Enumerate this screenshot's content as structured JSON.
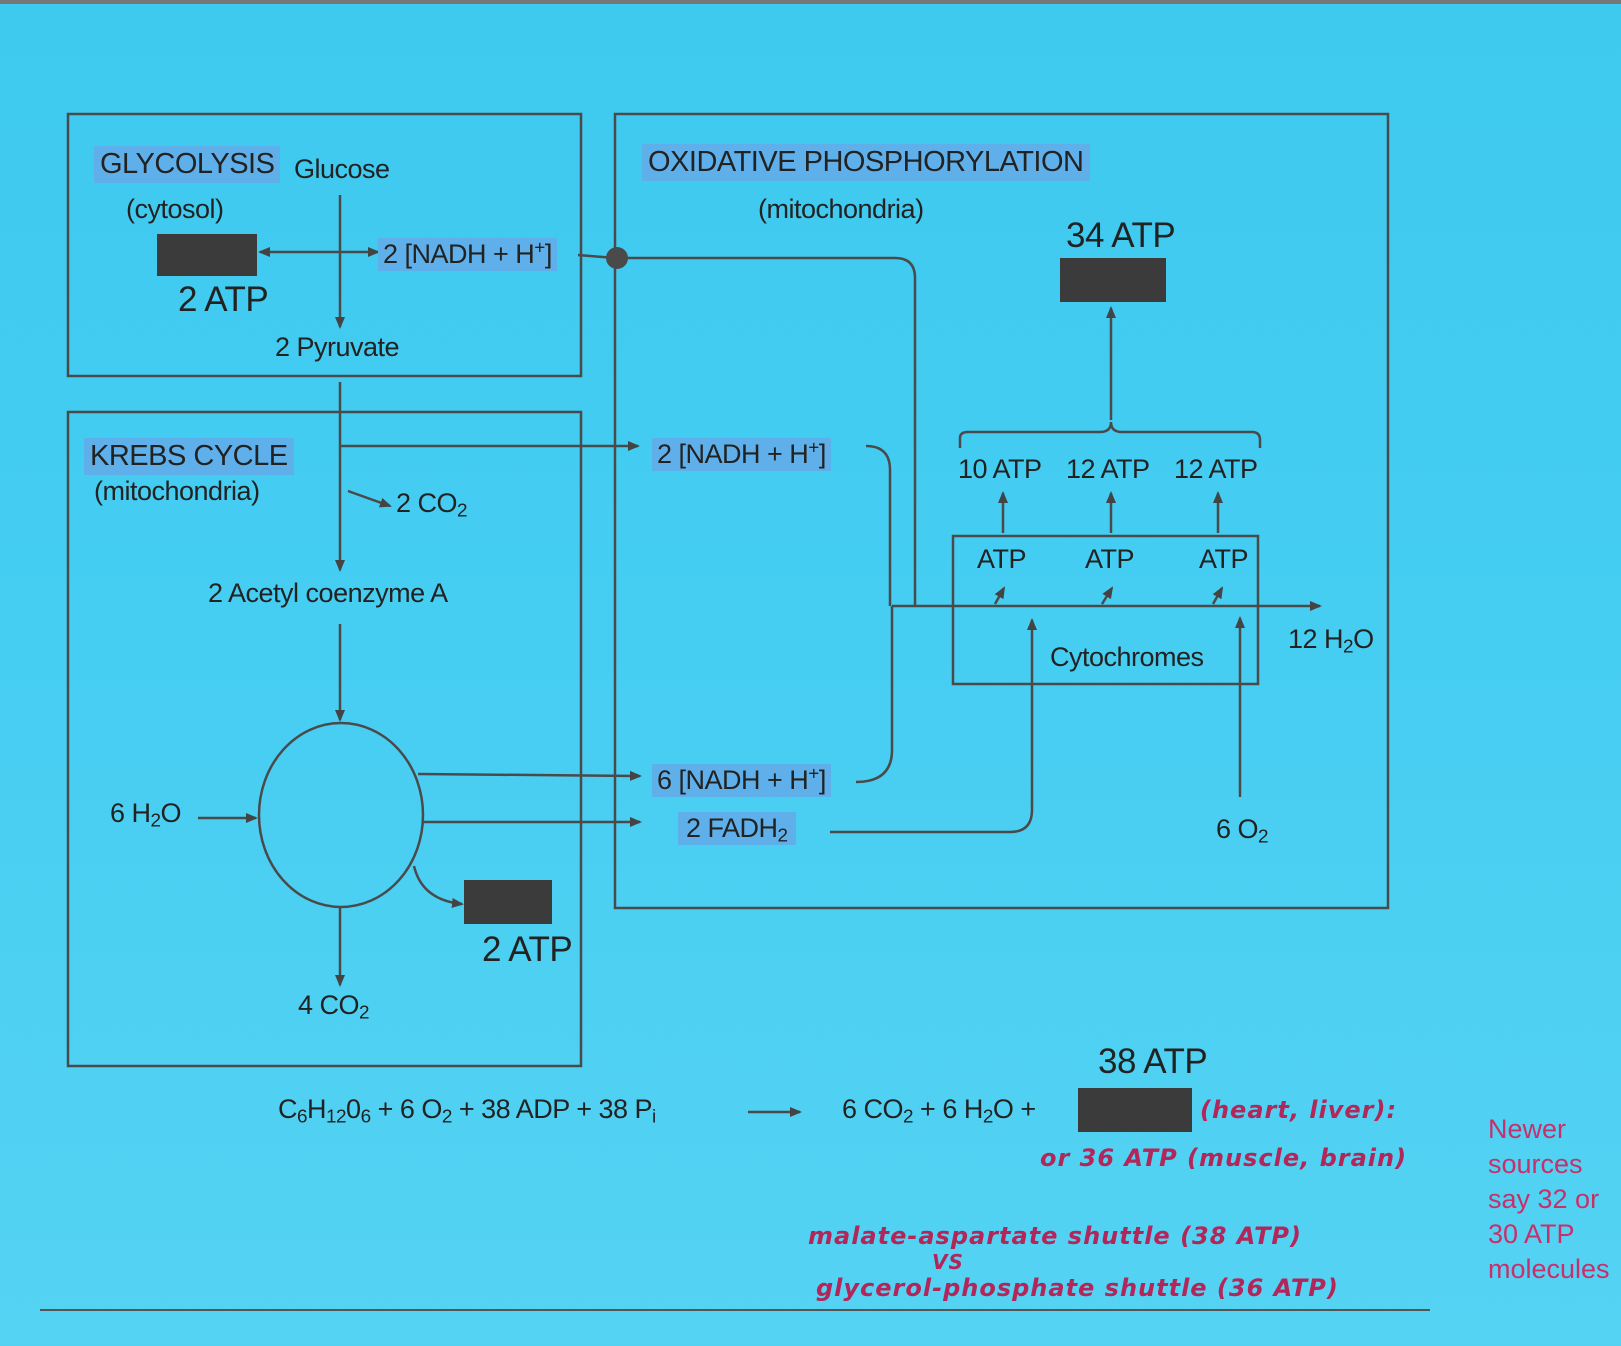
{
  "glycolysis": {
    "title": "GLYCOLYSIS",
    "location": "(cytosol)",
    "glucose": "Glucose",
    "atp": "2 ATP",
    "nadh_prefix": "2 [NADH + H",
    "nadh_sup": "+",
    "nadh_suffix": "]",
    "pyruvate": "2 Pyruvate"
  },
  "krebs": {
    "title": "KREBS CYCLE",
    "location": "(mitochondria)",
    "co2_2_pre": "2 CO",
    "co2_2_sub": "2",
    "acetyl": "2 Acetyl coenzyme A",
    "h2o_pre": "6 H",
    "h2o_sub": "2",
    "h2o_post": "O",
    "atp": "2 ATP",
    "co2_4_pre": "4 CO",
    "co2_4_sub": "2"
  },
  "oxphos": {
    "title": "OXIDATIVE PHOSPHORYLATION",
    "location": "(mitochondria)",
    "total_atp": "34 ATP",
    "nadh2_prefix": "2 [NADH + H",
    "nadh2_sup": "+",
    "nadh2_suffix": "]",
    "nadh6_prefix": "6 [NADH + H",
    "nadh6_sup": "+",
    "nadh6_suffix": "]",
    "fadh_pre": "2 FADH",
    "fadh_sub": "2",
    "atp_yields": [
      "10 ATP",
      "12 ATP",
      "12 ATP"
    ],
    "atp_sites": [
      "ATP",
      "ATP",
      "ATP"
    ],
    "cytochromes": "Cytochromes",
    "water_pre": "12 H",
    "water_sub": "2",
    "water_post": "O",
    "oxygen_pre": "6 O",
    "oxygen_sub": "2"
  },
  "equation": {
    "total": "38 ATP",
    "lhs_c": "C",
    "lhs_6": "6",
    "lhs_h": "H",
    "lhs_12": "12",
    "lhs_o": "0",
    "lhs_6b": "6",
    "lhs_rest": " + 6 O",
    "lhs_o2": "2",
    "lhs_adp": " + 38 ADP + 38 P",
    "lhs_pi": "i",
    "arrow": "⟶",
    "rhs_co2": "6 CO",
    "rhs_co2_sub": "2",
    "rhs_h2o": " + 6 H",
    "rhs_h2o_sub": "2",
    "rhs_end": "O +"
  },
  "handwriting": {
    "line1": "(heart, liver):",
    "line2": "or 36 ATP (muscle, brain)",
    "line3": "malate-aspartate shuttle (38 ATP)",
    "vs": "VS",
    "line4": "glycerol-phosphate shuttle (36 ATP)"
  },
  "side_note": {
    "lines": [
      "Newer",
      "sources",
      "say 32 or",
      "30 ATP",
      "molecules"
    ]
  },
  "colors": {
    "background": "#45cdf2",
    "highlight": "#5fb0ea",
    "redaction": "#3b3b3b",
    "annotation": "#c7306a"
  }
}
